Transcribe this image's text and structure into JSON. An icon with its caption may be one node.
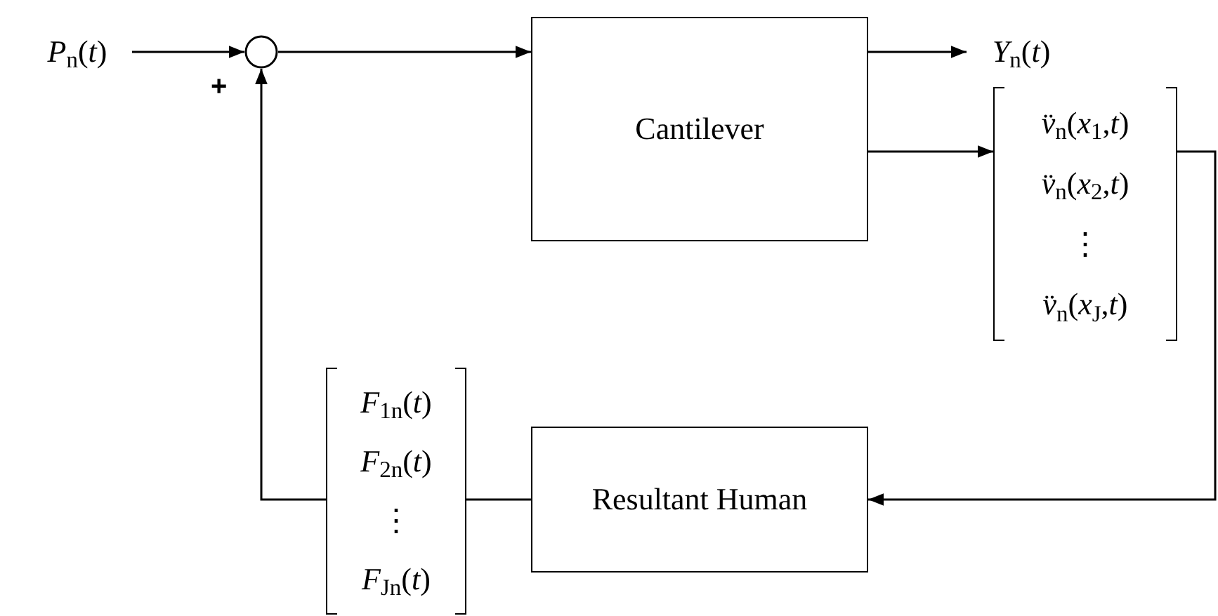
{
  "diagram": {
    "nodes": [
      {
        "text": [
          "*P*$_{n}$(*t*)"
        ]
      },
      {
        "text": [],
        "shape": "circle"
      },
      {
        "text": [
          "Cantilever"
        ]
      },
      {
        "text": [
          "*Y*$_{n}$(*t*)"
        ]
      },
      {
        "text": [
          "*v̈*$_{n}$(*x*$_{1}$,*t*)",
          "*v̈*$_{n}$(*x*$_{2}$,*t*)",
          "⋮",
          "*v̈*$_{n}$(*x*$_{J}$,*t*)"
        ]
      },
      {
        "text": [
          "Resultant Human"
        ]
      },
      {
        "text": [
          "*F*$_{1n}$(*t*)",
          "*F*$_{2n}$(*t*)",
          "⋮",
          "*F*$_{Jn}$(*t*)"
        ]
      }
    ],
    "edges": [
      {
        "from": 0,
        "to": 1,
        "arrow": "to"
      },
      {
        "from": 1,
        "to": 2,
        "arrow": "to"
      },
      {
        "from": 2,
        "to": 3,
        "arrow": "to"
      },
      {
        "from": 2,
        "to": 4,
        "arrow": "to"
      },
      {
        "from": 4,
        "to": 5,
        "arrow": "to"
      },
      {
        "from": 5,
        "to": 6,
        "arrow": "none"
      },
      {
        "from": 6,
        "to": 1,
        "arrow": "to"
      }
    ],
    "labels": [
      "+"
    ]
  }
}
